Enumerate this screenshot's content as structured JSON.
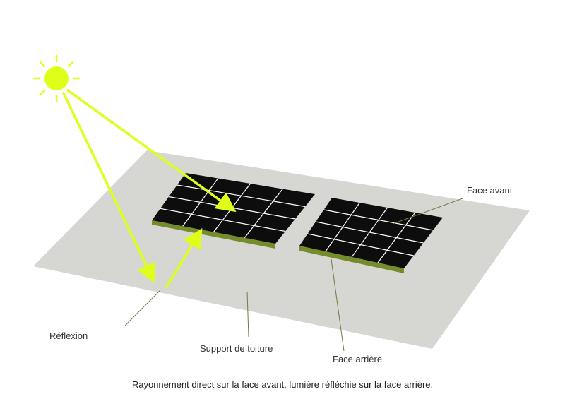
{
  "labels": {
    "front_face": "Face avant",
    "reflection": "Réflexion",
    "roof_support": "Support de toiture",
    "rear_face": "Face arrière"
  },
  "caption": "Rayonnement direct sur la face avant, lumière réfléchie sur la face arrière.",
  "colors": {
    "sun": "#dfff1a",
    "ray": "#dfff1a",
    "roof": "#d6d6d3",
    "panel_cell": "#0d0d0d",
    "panel_grid": "#ffffff",
    "panel_frame_edge": "#748c2a",
    "leader_line": "#6f7d3d"
  },
  "icons": {
    "sun": "sun-icon"
  }
}
